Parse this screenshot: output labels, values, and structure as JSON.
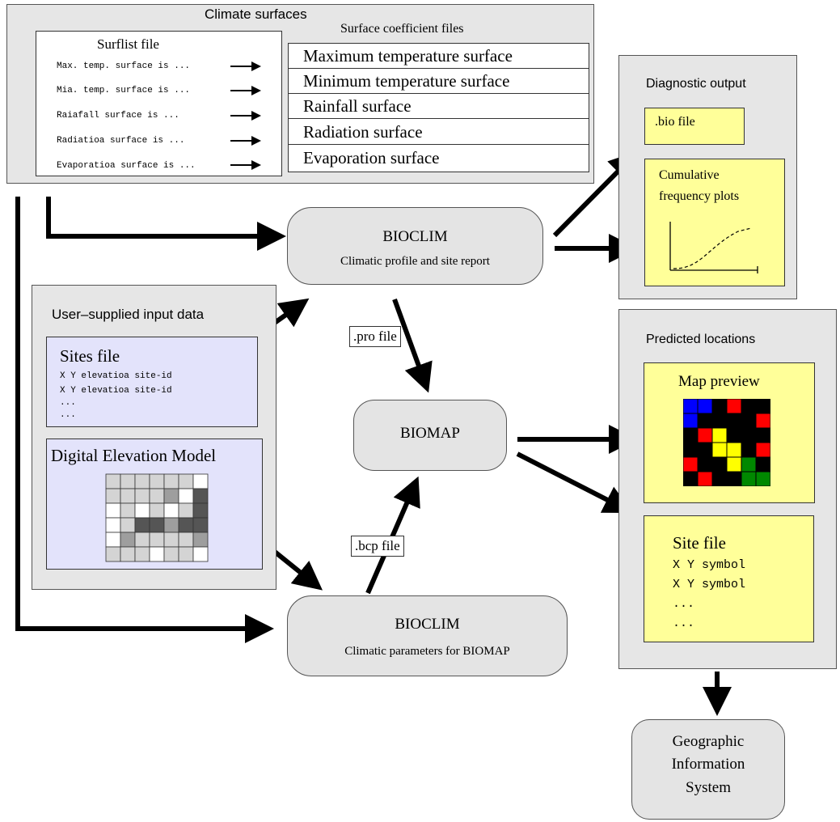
{
  "climate": {
    "title": "Climate surfaces",
    "surflist_title": "Surflist file",
    "surflist_lines": [
      "Max. temp. surface is ...",
      "Mia. temp. surface is ...",
      "Raiafall surface is ...",
      "Radiatioa surface is ...",
      "Evaporatioa surface is ..."
    ],
    "coef_title": "Surface coefficient files",
    "coef_files": [
      "Maximum temperature surface",
      "Minimum temperature surface",
      "Rainfall surface",
      "Radiation surface",
      "Evaporation surface"
    ]
  },
  "user_input": {
    "title": "User–supplied input data",
    "sites_title": "Sites file",
    "sites_lines": [
      "X Y elevatioa site-id",
      "X Y elevatioa site-id",
      "...",
      "..."
    ],
    "dem_title": "Digital Elevation Model",
    "dem_grid": [
      [
        1,
        1,
        1,
        1,
        1,
        1,
        0
      ],
      [
        1,
        1,
        1,
        1,
        2,
        0,
        3
      ],
      [
        0,
        1,
        0,
        1,
        0,
        1,
        3
      ],
      [
        0,
        1,
        3,
        3,
        2,
        3,
        3
      ],
      [
        0,
        2,
        1,
        1,
        1,
        1,
        2
      ],
      [
        1,
        1,
        1,
        0,
        1,
        1,
        0
      ]
    ]
  },
  "bioclim1": {
    "title": "BIOCLIM",
    "subtitle": "Climatic profile and site report"
  },
  "biomap": {
    "title": "BIOMAP"
  },
  "bioclim2": {
    "title": "BIOCLIM",
    "subtitle": "Climatic parameters for BIOMAP"
  },
  "pro_file": ".pro file",
  "bcp_file": ".bcp file",
  "diagnostic": {
    "title": "Diagnostic output",
    "bio_file": ".bio file",
    "cum_title_1": "Cumulative",
    "cum_title_2": "frequency plots"
  },
  "predicted": {
    "title": "Predicted locations",
    "map_title": "Map preview",
    "map_grid": [
      [
        "blue",
        "blue",
        "black",
        "red",
        "black",
        "black"
      ],
      [
        "blue",
        "black",
        "black",
        "black",
        "black",
        "red"
      ],
      [
        "black",
        "red",
        "yellow",
        "black",
        "black",
        "black"
      ],
      [
        "black",
        "black",
        "yellow",
        "yellow",
        "black",
        "red"
      ],
      [
        "red",
        "black",
        "black",
        "yellow",
        "green",
        "black"
      ],
      [
        "black",
        "red",
        "black",
        "black",
        "green",
        "green"
      ]
    ],
    "map_colors": {
      "black": "#000000",
      "blue": "#0000ff",
      "red": "#ff0000",
      "yellow": "#ffff00",
      "green": "#008800"
    },
    "site_title": "Site file",
    "site_lines": [
      "X Y symbol",
      "X Y symbol",
      "...",
      "..."
    ]
  },
  "gis": {
    "line1": "Geographic",
    "line2": "Information",
    "line3": "System"
  }
}
